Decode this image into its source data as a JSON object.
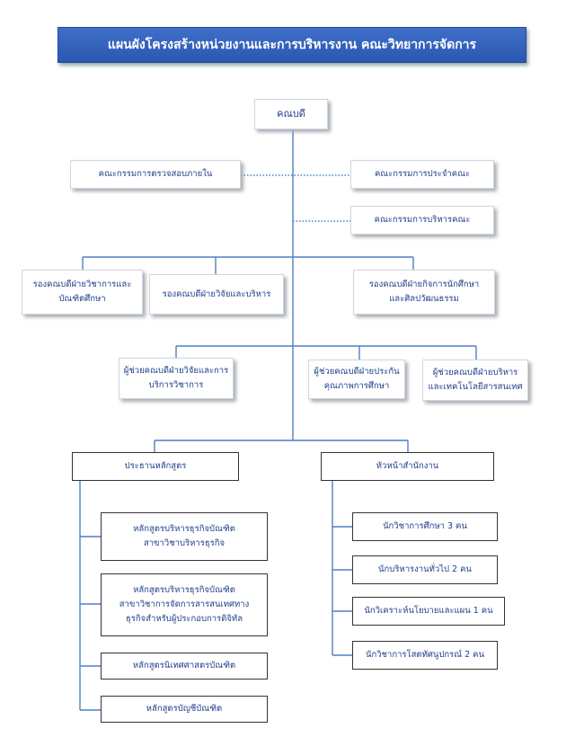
{
  "title": "แผนผังโครงสร้างหน่วยงานและการบริหารงาน  คณะวิทยาการจัดการ",
  "dean": "คณบดี",
  "committees": {
    "internal_audit": "คณะกรรมการตรวจสอบภายใน",
    "faculty_board": "คณะกรรมการประจำคณะ",
    "executive": "คณะกรรมการบริหารคณะ"
  },
  "deputies": {
    "academic_l1": "รองคณบดีฝ่ายวิชาการและ",
    "academic_l2": "บัณฑิตศึกษา",
    "research": "รองคณบดีฝ่ายวิจัยและบริหาร",
    "student_l1": "รองคณบดีฝ่ายกิจการนักศึกษา",
    "student_l2": "และศิลปวัฒนธรรม"
  },
  "assistants": {
    "research_l1": "ผู้ช่วยคณบดีฝ่ายวิจัยและการ",
    "research_l2": "บริการวิชาการ",
    "qa_l1": "ผู้ช่วยคณบดีฝ่ายประกัน",
    "qa_l2": "คุณภาพการศึกษา",
    "admin_l1": "ผู้ช่วยคณบดีฝ่ายบริหาร",
    "admin_l2": "และเทคโนโลยีสารสนเทศ"
  },
  "program_chair": "ประธานหลักสูตร",
  "office_head": "หัวหน้าสำนักงาน",
  "programs": {
    "p1_l1": "หลักสูตรบริหารธุรกิจบัณฑิต",
    "p1_l2": "สาขาวิชาบริหารธุรกิจ",
    "p2_l1": "หลักสูตรบริหารธุรกิจบัณฑิต",
    "p2_l2": "สาขาวิชาการจัดการสารสนเทศทาง",
    "p2_l3": "ธุรกิจสำหรับผู้ประกอบการดิจิทัล",
    "p3": "หลักสูตรนิเทศศาสตรบัณฑิต",
    "p4": "หลักสูตรบัญชีบัณฑิต"
  },
  "staff": {
    "s1": "นักวิชาการศึกษา  3 คน",
    "s2": "นักบริหารงานทั่วไป 2 คน",
    "s3": "นักวิเคราะห์นโยบายและแผน 1 คน",
    "s4": "นักวิชาการโสตทัศนูปกรณ์ 2 คน"
  }
}
